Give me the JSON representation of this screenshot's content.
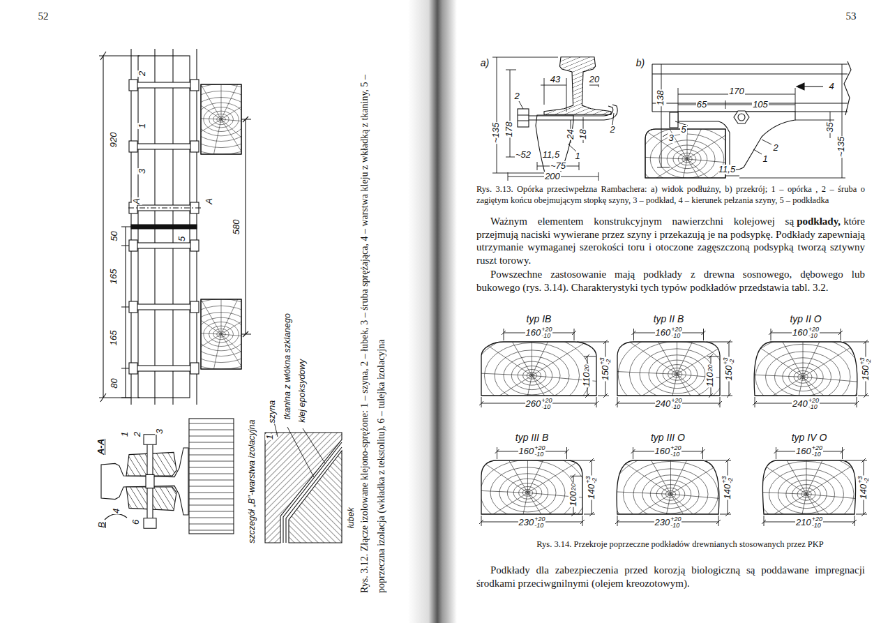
{
  "diagram": {
    "labels": [
      "52",
      "920",
      "50",
      "165",
      "165",
      "80",
      "580",
      "2",
      "1",
      "3",
      "A",
      "A",
      "5",
      "A-A",
      "1",
      "2",
      "3",
      "4",
      "6",
      "B",
      "szczegół „B”-warstwa izolacyjna",
      "szyna",
      "tkanina z włókna szklanego",
      "klej epoksydowy",
      "łubek",
      "1",
      "Rys. 3.12. Złącze izolowane klejono-sprężone: 1 – szyna, 2 – łubek, 3 – śruba sprężająca, 4 – warstwa kleju z wkładką z tkaniny, 5 – poprzeczna izolacja (wkładka z tekstolitu), 6 – tulejka izolacyjna",
      "53",
      "a)",
      "43",
      "20",
      "2",
      "~135",
      "178",
      "~52",
      "11,5",
      "1",
      "24",
      "18",
      "2",
      "~75",
      "200",
      "b)",
      "138",
      "170",
      "65",
      "105",
      "4",
      "5",
      "3",
      "2",
      "1",
      "35",
      "~135",
      "11,5",
      "Rys. 3.13. Opórka przeciwpełzna Rambachera: a) widok podłużny, b) przekrój; 1 – opórka , 2 – śruba o zagiętym końcu obejmującym stopkę szyny, 3 – podkład, 4 – kierunek pełzania szyny, 5 – podkładka",
      "Ważnym elementem konstrukcyjnym nawierzchni kolejowej są",
      "podkłady,",
      "które przejmują naciski wywierane przez szyny i przekazują je na podsypkę. Podkłady zapewniają utrzymanie wymaganej szerokości toru i otoczone zagęszczoną podsypką tworzą sztywny ruszt torowy.",
      "Powszechne zastosowanie mają podkłady z drewna sosnowego, dębowego lub bukowego (rys. 3.14). Charakterystyki tych typów podkładów przedstawia tabl. 3.2.",
      "typ IB",
      "160",
      "+20",
      "-10",
      "260",
      "+20",
      "-10",
      "110",
      "20",
      "150",
      "+3",
      "-2",
      "typ II B",
      "160",
      "+20",
      "-10",
      "240",
      "+20",
      "-10",
      "110",
      "20",
      "150",
      "+3",
      "-2",
      "typ II O",
      "160",
      "+20",
      "-10",
      "240",
      "+20",
      "-10",
      "150",
      "+3",
      "-2",
      "typ III B",
      "160",
      "+20",
      "-10",
      "230",
      "+20",
      "-10",
      "100",
      "20",
      "140",
      "+3",
      "-2",
      "typ III O",
      "160",
      "+20",
      "-10",
      "230",
      "+20",
      "-10",
      "140",
      "+3",
      "-2",
      "typ IV O",
      "160",
      "+20",
      "-10",
      "210",
      "+20",
      "-10",
      "140",
      "+3",
      "-2",
      "Rys. 3.14. Przekroje poprzeczne podkładów drewnianych stosowanych przez PKP",
      "Podkłady dla zabezpieczenia przed korozją biologiczną są poddawane impregnacji środkami przeciwgnilnymi (olejem kreozotowym)."
    ]
  }
}
